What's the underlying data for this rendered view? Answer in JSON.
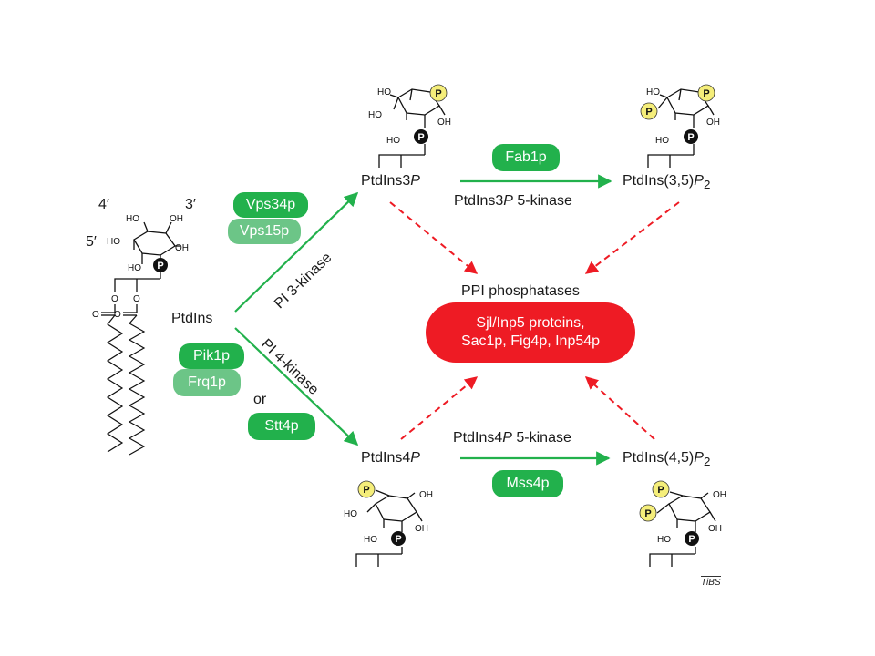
{
  "start": {
    "name": "PtdIns",
    "positions": {
      "p4": "4′",
      "p3": "3′",
      "p5": "5′"
    }
  },
  "products": {
    "pi3p": {
      "prefix": "PtdIns3",
      "suffix": "P"
    },
    "pi35p2": {
      "prefix": "PtdIns(3,5)",
      "suffix": "P",
      "sub": "2"
    },
    "pi4p": {
      "prefix": "PtdIns4",
      "suffix": "P"
    },
    "pi45p2": {
      "prefix": "PtdIns(4,5)",
      "suffix": "P",
      "sub": "2"
    }
  },
  "enzymes": {
    "vps34p": "Vps34p",
    "vps15p": "Vps15p",
    "fab1p": "Fab1p",
    "pik1p": "Pik1p",
    "frq1p": "Frq1p",
    "or": "or",
    "stt4p": "Stt4p",
    "mss4p": "Mss4p"
  },
  "kinases": {
    "pi3": "PI 3-kinase",
    "pi4": "PI 4-kinase",
    "pi3p5": {
      "prefix": "PtdIns3",
      "italic": "P",
      "rest": " 5-kinase"
    },
    "pi4p5": {
      "prefix": "PtdIns4",
      "italic": "P",
      "rest": " 5-kinase"
    }
  },
  "phosphatases": {
    "title": "PPI phosphatases",
    "line1": "Sjl/Inp5 proteins,",
    "line2": "Sac1p, Fig4p, Inp54p"
  },
  "chem_labels": {
    "ho": "HO",
    "oh": "OH",
    "phosphate": "P",
    "oxygen": "O"
  },
  "credit": "TiBS",
  "colors": {
    "kinase_arrow": "#22b14c",
    "phosphatase_arrow": "#ee1b24",
    "enzyme_dark": "#22b14c",
    "enzyme_light": "#6cc587",
    "phosphatase_box": "#ee1b24",
    "phosphate_yellow": "#f5ee7a",
    "phosphate_black": "#111111"
  }
}
